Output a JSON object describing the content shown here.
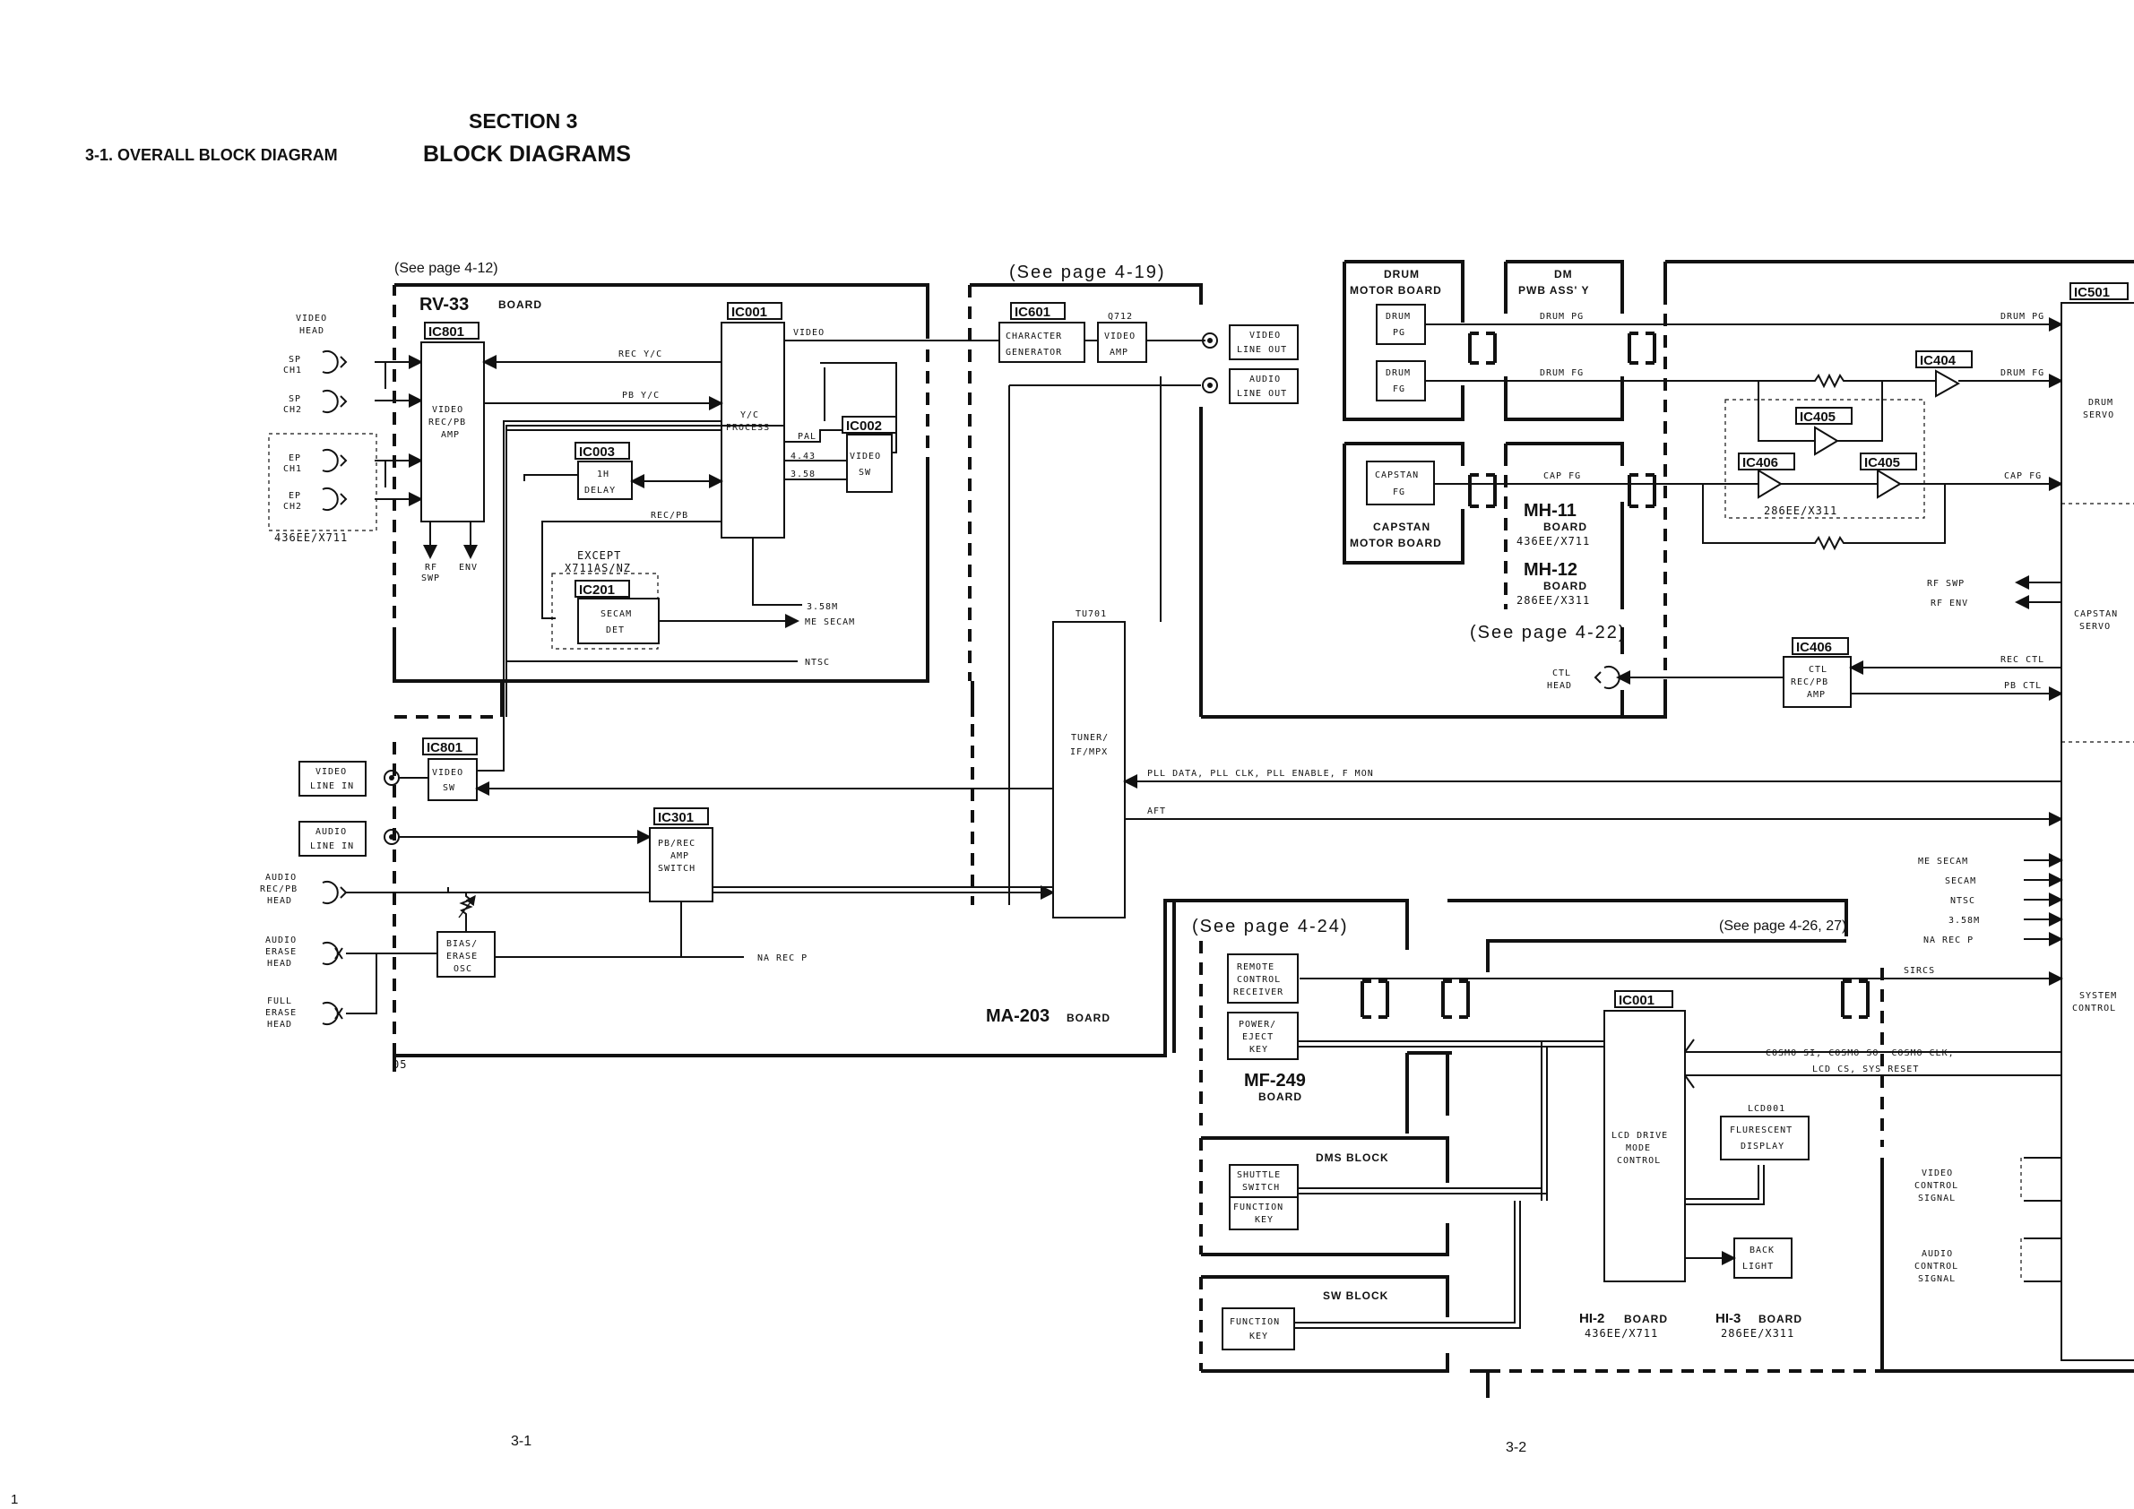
{
  "header": {
    "section": "SECTION 3",
    "subsection": "3-1.  OVERALL BLOCK DIAGRAM",
    "title": "BLOCK DIAGRAMS"
  },
  "page_numbers": {
    "left": "3-1",
    "right": "3-2",
    "corner": "1"
  },
  "boards": {
    "rv33": {
      "ref": "(See page 4-12)",
      "name": "RV-33",
      "suffix": "BOARD"
    },
    "ma203": {
      "name": "MA-203",
      "suffix": "BOARD",
      "code": "05"
    },
    "p419": {
      "ref": "(See page 4-19)"
    },
    "drum_motor": {
      "line1": "DRUM",
      "line2": "MOTOR BOARD"
    },
    "dm_pwb": {
      "line1": "DM",
      "line2": "PWB ASS' Y"
    },
    "capstan_motor": {
      "line1": "CAPSTAN",
      "line2": "MOTOR BOARD"
    },
    "mh11": {
      "name": "MH-11",
      "suffix": "BOARD",
      "model": "436EE/X711"
    },
    "mh12": {
      "name": "MH-12",
      "suffix": "BOARD",
      "model": "286EE/X311"
    },
    "p422": {
      "ref": "(See page 4-22)"
    },
    "p424": {
      "ref": "(See page 4-24)"
    },
    "p426": {
      "ref": "(See page 4-26, 27)"
    },
    "mf249": {
      "name": "MF-249",
      "suffix": "BOARD"
    },
    "dms_block": {
      "name": "DMS BLOCK"
    },
    "sw_block": {
      "name": "SW BLOCK"
    },
    "hi2": {
      "name": "HI-2",
      "suffix": "BOARD",
      "model": "436EE/X711"
    },
    "hi3": {
      "name": "HI-3",
      "suffix": "BOARD",
      "model": "286EE/X311"
    },
    "except": {
      "line1": "EXCEPT",
      "line2": "X711AS/NZ"
    }
  },
  "ics": {
    "ic801a": "IC801",
    "ic001": "IC001",
    "ic002": "IC002",
    "ic003": "IC003",
    "ic201": "IC201",
    "ic601": "IC601",
    "q712": "Q712",
    "ic801b": "IC801",
    "ic301": "IC301",
    "tu701": "TU701",
    "ic501": "IC501",
    "ic404": "IC404",
    "ic405a": "IC405",
    "ic406a": "IC406",
    "ic405b": "IC405",
    "ic406b": "IC406",
    "ic001b": "IC001",
    "lcd001": "LCD001"
  },
  "blocks": {
    "video_rec_pb_amp": [
      "VIDEO",
      "REC/PB",
      "AMP"
    ],
    "yc_process": [
      "Y/C",
      "PROCESS"
    ],
    "video_sw1": [
      "VIDEO",
      "SW"
    ],
    "delay_1h": [
      "1H",
      "DELAY"
    ],
    "secam_det": [
      "SECAM",
      "DET"
    ],
    "char_gen": [
      "CHARACTER",
      "GENERATOR"
    ],
    "video_amp": [
      "VIDEO",
      "AMP"
    ],
    "video_sw2": [
      "VIDEO",
      "SW"
    ],
    "pb_rec_amp": [
      "PB/REC",
      "AMP",
      "SWITCH"
    ],
    "bias_osc": [
      "BIAS/",
      "ERASE",
      "OSC"
    ],
    "tuner": [
      "TUNER/",
      "IF/MPX"
    ],
    "drum_pg": [
      "DRUM",
      "PG"
    ],
    "drum_fg": [
      "DRUM",
      "FG"
    ],
    "capstan_fg": [
      "CAPSTAN",
      "FG"
    ],
    "ctl_amp": [
      "CTL",
      "REC/PB",
      "AMP"
    ],
    "remote": [
      "REMOTE",
      "CONTROL",
      "RECEIVER"
    ],
    "power_eject": [
      "POWER/",
      "EJECT",
      "KEY"
    ],
    "shuttle": [
      "SHUTTLE",
      "SWITCH"
    ],
    "function_key1": [
      "FUNCTION",
      "KEY"
    ],
    "function_key2": [
      "FUNCTION",
      "KEY"
    ],
    "lcd_drive": [
      "LCD DRIVE",
      "MODE",
      "CONTROL"
    ],
    "fluorescent": [
      "FLURESCENT",
      "DISPLAY"
    ],
    "back_light": [
      "BACK",
      "LIGHT"
    ],
    "drum_servo": [
      "DRUM",
      "SERVO"
    ],
    "capstan_servo": [
      "CAPSTAN",
      "SERVO"
    ],
    "system_control": [
      "SYSTEM",
      "CONTROL"
    ]
  },
  "heads": {
    "video_head": [
      "VIDEO",
      "HEAD"
    ],
    "sp_ch1": [
      "SP",
      "CH1"
    ],
    "sp_ch2": [
      "SP",
      "CH2"
    ],
    "ep_ch1": [
      "EP",
      "CH1"
    ],
    "ep_ch2": [
      "EP",
      "CH2"
    ],
    "ep_model": "436EE/X711",
    "audio_rec_pb": [
      "AUDIO",
      "REC/PB",
      "HEAD"
    ],
    "audio_erase": [
      "AUDIO",
      "ERASE",
      "HEAD"
    ],
    "full_erase": [
      "FULL",
      "ERASE",
      "HEAD"
    ],
    "ctl_head": [
      "CTL",
      "HEAD"
    ]
  },
  "terminals": {
    "video_line_out": [
      "VIDEO",
      "LINE OUT"
    ],
    "audio_line_out": [
      "AUDIO",
      "LINE OUT"
    ],
    "video_line_in": [
      "VIDEO",
      "LINE IN"
    ],
    "audio_line_in": [
      "AUDIO",
      "LINE IN"
    ]
  },
  "signals": {
    "rec_yc": "REC Y/C",
    "pb_yc": "PB Y/C",
    "video": "VIDEO",
    "pal": "PAL",
    "f443": "4.43",
    "f358": "3.58",
    "rec_pb": "REC/PB",
    "m358": "3.58M",
    "me_secam": "ME SECAM",
    "ntsc": "NTSC",
    "rf_swp": [
      "RF",
      "SWP"
    ],
    "env": "ENV",
    "pll": "PLL DATA, PLL CLK, PLL ENABLE, F MON",
    "aft": "AFT",
    "na_rec_p": "NA REC P",
    "drum_pg": "DRUM PG",
    "drum_fg": "DRUM FG",
    "cap_fg": "CAP FG",
    "mh_model": "286EE/X311",
    "rf_swp_r": "RF SWP",
    "rf_env_r": "RF ENV",
    "rec_ctl": "REC CTL",
    "pb_ctl": "PB CTL",
    "me_secam_r": "ME SECAM",
    "secam_r": "SECAM",
    "ntsc_r": "NTSC",
    "m358_r": "3.58M",
    "na_rec_r": "NA REC P",
    "sircs": "SIRCS",
    "cosmo": "COSMO SI, COSMO SO, COSMO CLK,",
    "lcd_cs": "LCD CS, SYS RESET",
    "video_control": [
      "VIDEO",
      "CONTROL",
      "SIGNAL"
    ],
    "audio_control": [
      "AUDIO",
      "CONTROL",
      "SIGNAL"
    ]
  }
}
